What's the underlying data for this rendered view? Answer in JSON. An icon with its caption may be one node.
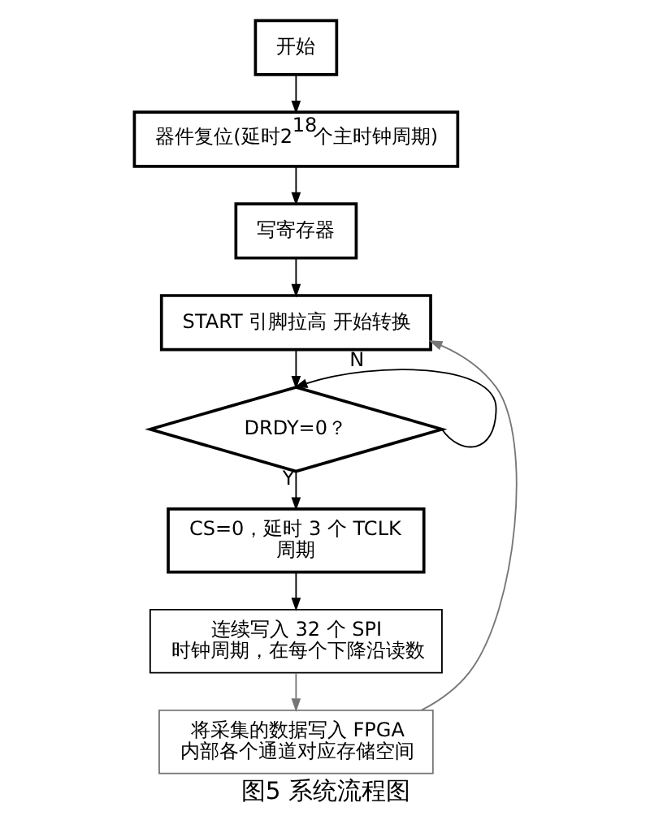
{
  "diagram": {
    "caption": "图5 系统流程图",
    "nodes": [
      {
        "text": [
          "开始"
        ]
      },
      {
        "text": [
          "器件复位(延时2$^{18}$个主时钟周期)"
        ]
      },
      {
        "text": [
          "写寄存器"
        ]
      },
      {
        "text": [
          "START 引脚拉高 开始转换"
        ]
      },
      {
        "text": [
          "DRDY=0？"
        ]
      },
      {
        "text": [
          "CS=0，延时 3 个 TCLK 周期"
        ]
      },
      {
        "text": [
          "连续写入 32 个 SPI 时钟周期，在每个下降沿读数"
        ]
      },
      {
        "text": [
          "将采集的数据写入 FPGA 内部各个通道对应存储空间"
        ]
      }
    ],
    "edges": [
      {
        "from": 0,
        "to": 1,
        "arrow": "to"
      },
      {
        "from": 1,
        "to": 2,
        "arrow": "to"
      },
      {
        "from": 2,
        "to": 3,
        "arrow": "to"
      },
      {
        "from": 3,
        "to": 4,
        "arrow": "to"
      },
      {
        "from": 4,
        "to": 4,
        "arrow": "to",
        "label": "N"
      },
      {
        "from": 4,
        "to": 5,
        "arrow": "to",
        "label": "Y"
      },
      {
        "from": 5,
        "to": 6,
        "arrow": "to"
      },
      {
        "from": 6,
        "to": 7,
        "arrow": "to",
        "color": "#777777"
      },
      {
        "from": 7,
        "to": 3,
        "arrow": "to",
        "color": "#777777"
      }
    ]
  }
}
